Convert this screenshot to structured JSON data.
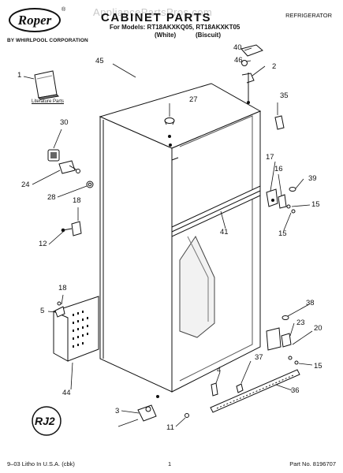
{
  "header": {
    "brand": "Roper",
    "brand_mark": "®",
    "byline": "BY WHIRLPOOL CORPORATION",
    "watermark": "AppliancePartsPros.com",
    "title": "CABINET PARTS",
    "models": "For Models: RT18AKXKQ05, RT18AKXKT05",
    "variant_white": "(White)",
    "variant_biscuit": "(Biscuit)",
    "category": "REFRIGERATOR"
  },
  "literature_caption": "Literature Parts",
  "callouts": {
    "c1": "1",
    "c2": "2",
    "c3": "3",
    "c4": "4",
    "c5": "5",
    "c11": "11",
    "c12": "12",
    "c15a": "15",
    "c15b": "15",
    "c15c": "15",
    "c16": "16",
    "c17": "17",
    "c18a": "18",
    "c18b": "18",
    "c20": "20",
    "c23": "23",
    "c24": "24",
    "c27": "27",
    "c28": "28",
    "c30": "30",
    "c35": "35",
    "c36": "36",
    "c37": "37",
    "c38": "38",
    "c39": "39",
    "c40": "40",
    "c41": "41",
    "c44": "44",
    "c45": "45",
    "c46": "46"
  },
  "badge_text": "RJ2",
  "footer": {
    "left": "9–03 Litho In U.S.A. (cbk)",
    "page": "1",
    "part_no": "Part No. 8196707"
  }
}
